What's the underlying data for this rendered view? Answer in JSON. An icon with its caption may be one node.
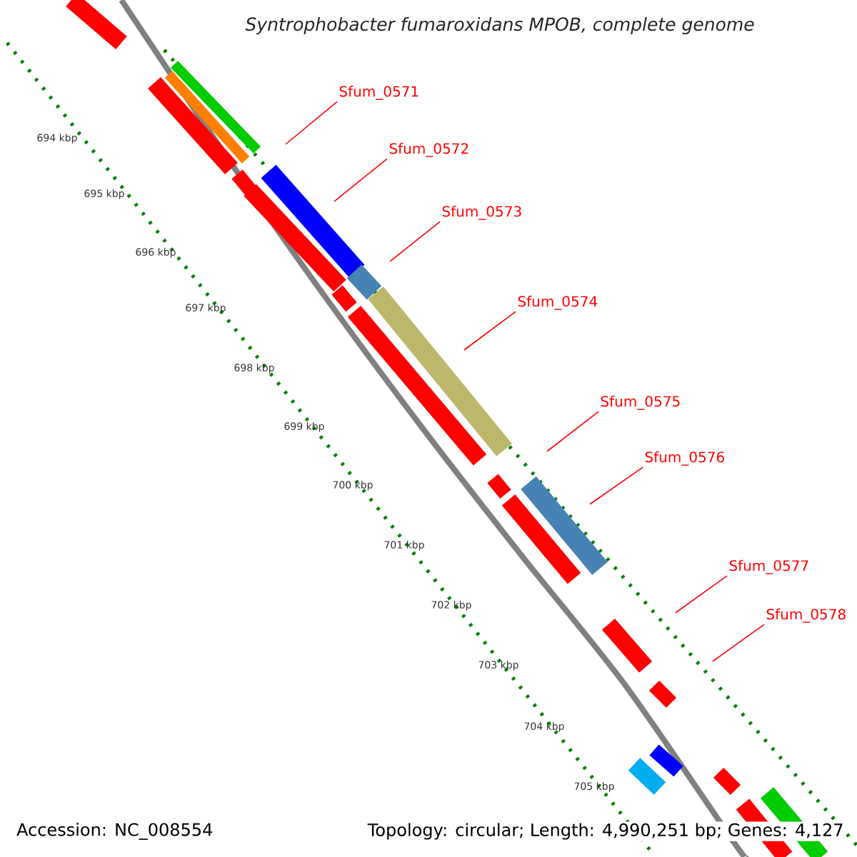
{
  "diagram": {
    "title": "Syntrophobacter fumaroxidans MPOB, complete genome",
    "nodes": [
      {
        "text": [
          "Sfum_0571"
        ]
      },
      {
        "text": [
          "Sfum_0572"
        ]
      },
      {
        "text": [
          "Sfum_0573"
        ]
      },
      {
        "text": [
          "Sfum_0574"
        ]
      },
      {
        "text": [
          "Sfum_0575"
        ]
      },
      {
        "text": [
          "Sfum_0576"
        ]
      },
      {
        "text": [
          "Sfum_0577"
        ]
      },
      {
        "text": [
          "Sfum_0578"
        ]
      }
    ],
    "edges": [
      {
        "from": 0,
        "to": null,
        "arrow": "none"
      },
      {
        "from": 1,
        "to": null,
        "arrow": "none"
      },
      {
        "from": 2,
        "to": null,
        "arrow": "none"
      },
      {
        "from": 3,
        "to": null,
        "arrow": "none"
      },
      {
        "from": 4,
        "to": null,
        "arrow": "none"
      },
      {
        "from": 5,
        "to": null,
        "arrow": "none"
      },
      {
        "from": 6,
        "to": null,
        "arrow": "none"
      },
      {
        "from": 7,
        "to": null,
        "arrow": "none"
      }
    ],
    "labels": [
      "694 kbp",
      "695 kbp",
      "696 kbp",
      "697 kbp",
      "698 kbp",
      "699 kbp",
      "700 kbp",
      "701 kbp",
      "702 kbp",
      "703 kbp",
      "704 kbp",
      "705 kbp",
      "Accession: NC_008554",
      "Topology: circular; Length: 4,990,251 bp; Genes: 4,127"
    ]
  }
}
